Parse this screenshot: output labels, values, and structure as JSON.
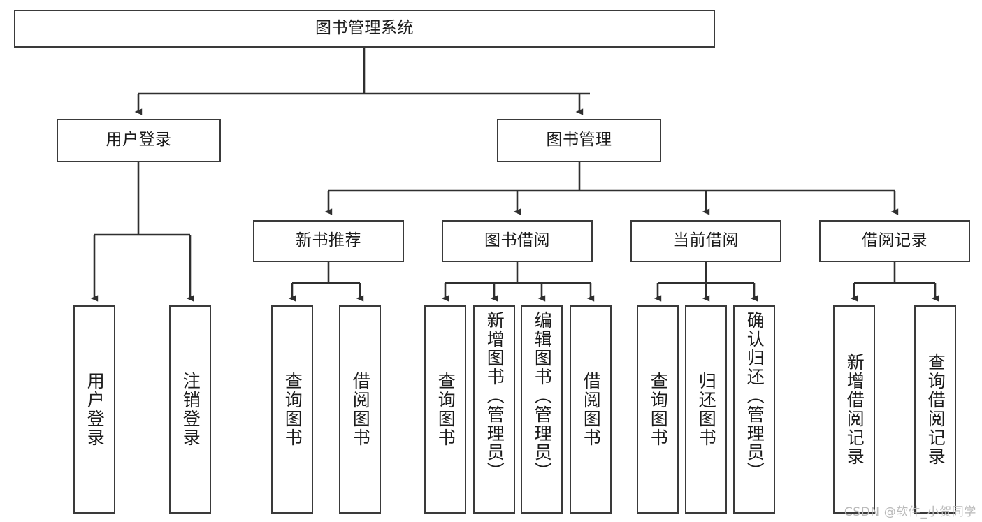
{
  "diagram": {
    "title": "图书管理系统",
    "watermark": "CSDN @软件_小贺同学",
    "type": "tree-hierarchy-diagram",
    "colors": {
      "box_border": "#3a3a3a",
      "box_fill": "#ffffff",
      "connector": "#2f2f2f",
      "text": "#1b1b1b",
      "watermark": "#b9b9b9"
    },
    "root": {
      "id": "root",
      "label": "图书管理系统",
      "orientation": "horizontal"
    },
    "level2": [
      {
        "id": "user-login",
        "label": "用户登录",
        "orientation": "horizontal"
      },
      {
        "id": "book-management",
        "label": "图书管理",
        "orientation": "horizontal"
      }
    ],
    "level3": [
      {
        "id": "new-book-recommend",
        "label": "新书推荐",
        "orientation": "horizontal",
        "parent": "book-management"
      },
      {
        "id": "book-borrow",
        "label": "图书借阅",
        "orientation": "horizontal",
        "parent": "book-management"
      },
      {
        "id": "current-borrow",
        "label": "当前借阅",
        "orientation": "horizontal",
        "parent": "book-management"
      },
      {
        "id": "borrow-record",
        "label": "借阅记录",
        "orientation": "horizontal",
        "parent": "book-management"
      }
    ],
    "leaves": {
      "user-login": [
        {
          "id": "leaf-user-login",
          "label": "用户登录"
        },
        {
          "id": "leaf-user-logout",
          "label": "注销登录"
        }
      ],
      "new-book-recommend": [
        {
          "id": "leaf-query-book-1",
          "label": "查询图书"
        },
        {
          "id": "leaf-borrow-book-1",
          "label": "借阅图书"
        }
      ],
      "book-borrow": [
        {
          "id": "leaf-query-book-2",
          "label": "查询图书"
        },
        {
          "id": "leaf-add-book-admin",
          "label": "新增图书（管理员）"
        },
        {
          "id": "leaf-edit-book-admin",
          "label": "编辑图书（管理员）"
        },
        {
          "id": "leaf-borrow-book-2",
          "label": "借阅图书"
        }
      ],
      "current-borrow": [
        {
          "id": "leaf-query-book-3",
          "label": "查询图书"
        },
        {
          "id": "leaf-return-book",
          "label": "归还图书"
        },
        {
          "id": "leaf-confirm-return-admin",
          "label": "确认归还（管理员）"
        }
      ],
      "borrow-record": [
        {
          "id": "leaf-add-borrow-record",
          "label": "新增借阅记录"
        },
        {
          "id": "leaf-query-borrow-record",
          "label": "查询借阅记录"
        }
      ]
    }
  }
}
